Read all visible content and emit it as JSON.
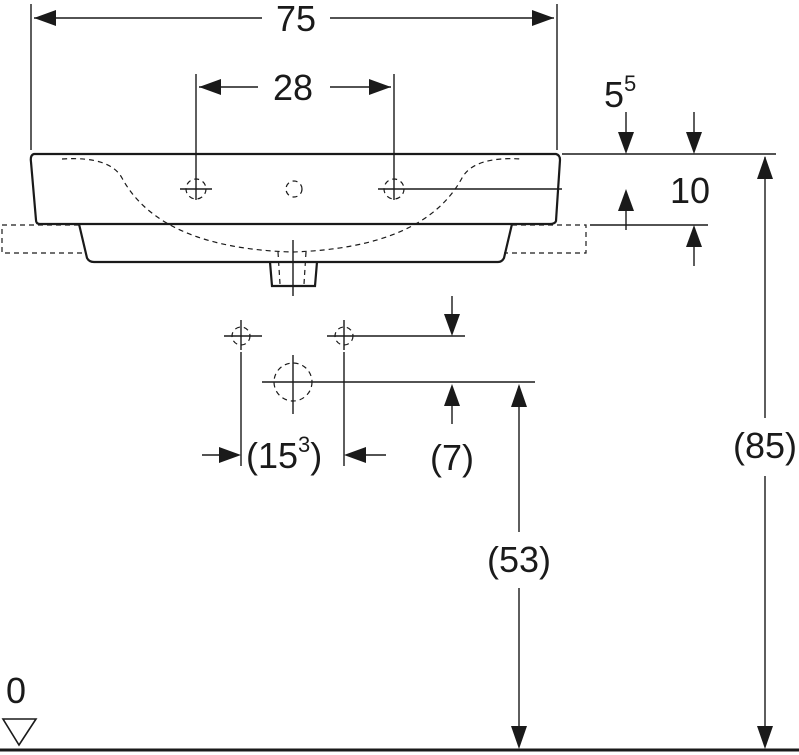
{
  "dimensions": {
    "overall_width": "75",
    "tap_hole_spacing": "28",
    "rim_base": "5",
    "rim_sup": "5",
    "rim_height": "10",
    "waste_spacing_base": "(15",
    "waste_spacing_sup": "3",
    "waste_spacing_close": ")",
    "waste_offset": "(7)",
    "waste_height": "(53)",
    "rim_floor_height": "(85)",
    "floor_level": "0"
  }
}
